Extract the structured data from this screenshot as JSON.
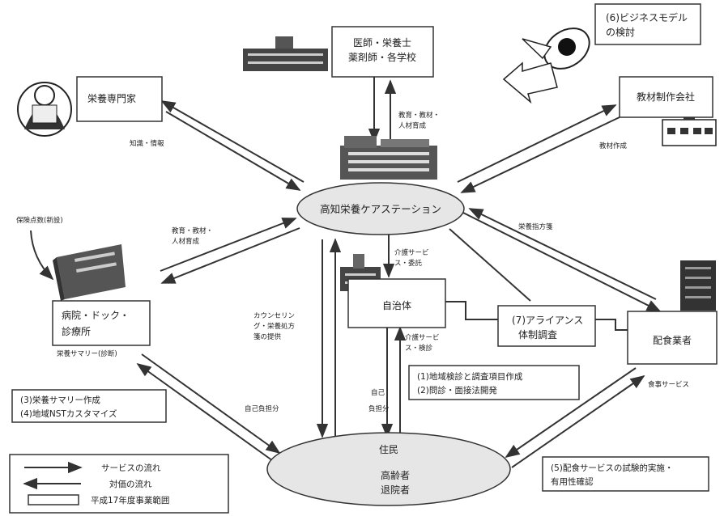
{
  "nodes": {
    "station": "高知栄養ケアステーション",
    "specialist": "栄養専門家",
    "doctors_line1": "医師・栄養士",
    "doctors_line2": "薬剤師・各学校",
    "materials": "教材制作会社",
    "business_model_line1": "(6)ビジネスモデル",
    "business_model_line2": "の検討",
    "hospital_line1": "病院・ドック・",
    "hospital_line2": "診療所",
    "municipality": "自治体",
    "alliance_line1": "(7)アライアンス",
    "alliance_line2": "体制調査",
    "delivery": "配食業者",
    "residents": "住民",
    "elderly_line1": "高齢者",
    "elderly_line2": "退院者"
  },
  "edge_labels": {
    "knowledge_info": "知識・情報",
    "education_line1": "教育・教材・",
    "education_line2": "人材育成",
    "material_creation": "教材作成",
    "insurance_points": "保険点数(新設)",
    "edu_hosp_line1": "教育・教材・",
    "edu_hosp_line2": "人材育成",
    "nutrition_guidance": "栄養指方箋",
    "care_service_line1": "介護サービ",
    "care_service_line2": "ス・委託",
    "counseling_line1": "カウンセリン",
    "counseling_line2": "グ・栄養処方",
    "counseling_line3": "箋の提供",
    "care_exam_line1": "介護サービ",
    "care_exam_line2": "ス・検診",
    "nutrition_summary": "栄養サマリー(診断)",
    "self_pay": "自己負担分",
    "self_line1": "自己",
    "self_line2": "負担分",
    "meal_service": "食事サービス"
  },
  "project_boxes": {
    "p1": "(1)地域検診と調査項目作成",
    "p2": "(2)問診・面接法開発",
    "p3": "(3)栄養サマリー作成",
    "p4": "(4)地域NSTカスタマイズ",
    "p5_line1": "(5)配食サービスの試験的実施・",
    "p5_line2": "有用性確認"
  },
  "legend": {
    "service_flow": "サービスの流れ",
    "payment_flow": "対価の流れ",
    "project_scope": "平成17年度事業範囲"
  }
}
